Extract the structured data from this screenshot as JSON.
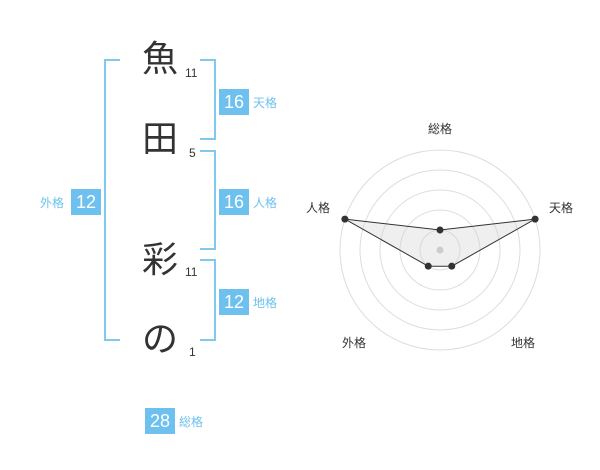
{
  "name": {
    "characters": [
      {
        "char": "魚",
        "strokes": "11"
      },
      {
        "char": "田",
        "strokes": "5"
      },
      {
        "char": "彩",
        "strokes": "11"
      },
      {
        "char": "の",
        "strokes": "1"
      }
    ]
  },
  "scores": {
    "tenkaku": {
      "label": "天格",
      "value": "16"
    },
    "jinkaku": {
      "label": "人格",
      "value": "16"
    },
    "chikaku": {
      "label": "地格",
      "value": "12"
    },
    "gaikaku": {
      "label": "外格",
      "value": "12"
    },
    "soukaku": {
      "label": "総格",
      "value": "28"
    }
  },
  "colors": {
    "accent": "#6ec1ef",
    "bracket": "#7fc8f0",
    "text": "#333333"
  },
  "chart_data": {
    "type": "radar",
    "axes": [
      "総格",
      "天格",
      "地格",
      "外格",
      "人格"
    ],
    "values": [
      1,
      5,
      1,
      1,
      5
    ],
    "rlim": [
      0,
      5
    ],
    "rings": 5
  }
}
